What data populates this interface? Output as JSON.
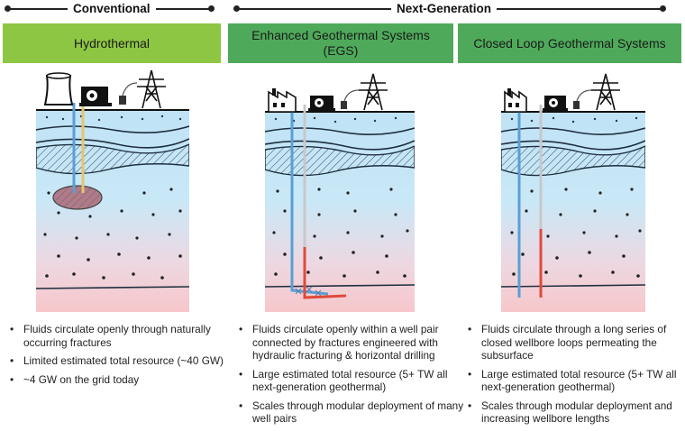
{
  "groups": {
    "conventional": "Conventional",
    "next_generation": "Next-Generation"
  },
  "columns": [
    {
      "title": "Hydrothermal",
      "bullets": [
        "Fluids circulate openly through naturally occurring fractures",
        "Limited estimated total resource (~40 GW)",
        "~4 GW on the grid today"
      ]
    },
    {
      "title": "Enhanced Geothermal Systems (EGS)",
      "bullets": [
        "Fluids circulate openly within a well pair connected by fractures engineered with hydraulic fracturing & horizontal drilling",
        "Large estimated total resource (5+ TW all next-generation geothermal)",
        "Scales through modular deployment of many well pairs"
      ]
    },
    {
      "title": "Closed Loop Geothermal Systems",
      "bullets": [
        "Fluids circulate through a long series of closed wellbore loops permeating the subsurface",
        "Large estimated total resource (5+ TW all next-generation geothermal)",
        "Scales through modular deployment and increasing wellbore lengths"
      ]
    }
  ],
  "colors": {
    "header_conventional": "#8dc643",
    "header_next_generation": "#4eaa5a",
    "cold_fluid": "#5a9fd4",
    "hot_fluid": "#e04a3a",
    "ground_top": "#bfe3f5",
    "ground_bottom": "#f7c7cb"
  },
  "icons": [
    "cooling-tower-icon",
    "factory-icon",
    "generator-icon",
    "transmission-tower-icon",
    "transformer-icon"
  ]
}
